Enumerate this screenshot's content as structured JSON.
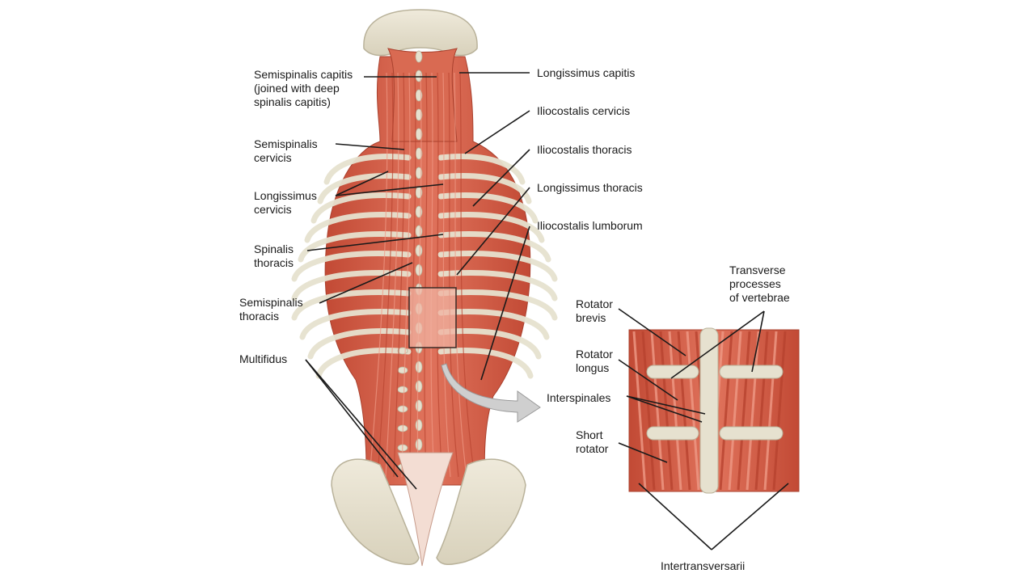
{
  "labels": {
    "semispinalis_capitis": "Semispinalis capitis\n(joined with deep\nspinalis capitis)",
    "semispinalis_cervicis": "Semispinalis\ncervicis",
    "longissimus_cervicis": "Longissimus\ncervicis",
    "spinalis_thoracis": "Spinalis\nthoracis",
    "semispinalis_thoracis": "Semispinalis\nthoracis",
    "multifidus": "Multifidus",
    "longissimus_capitis": "Longissimus capitis",
    "iliocostalis_cervicis": "Iliocostalis cervicis",
    "iliocostalis_thoracis": "Iliocostalis thoracis",
    "longissimus_thoracis": "Longissimus thoracis",
    "iliocostalis_lumborum": "Iliocostalis lumborum",
    "transverse_processes": "Transverse\nprocesses\nof vertebrae",
    "rotator_brevis": "Rotator\nbrevis",
    "rotator_longus": "Rotator\nlongus",
    "interspinales": "Interspinales",
    "short_rotator": "Short\nrotator",
    "intertransversarii": "Intertransversarii"
  },
  "colors": {
    "muscle": "#d9604a",
    "muscle_dark": "#b8432f",
    "muscle_light": "#ef9a86",
    "bone": "#e6e1cf",
    "bone_edge": "#b9b29a",
    "leader": "#1a1a1a",
    "arrow": "#c8c8c8"
  }
}
